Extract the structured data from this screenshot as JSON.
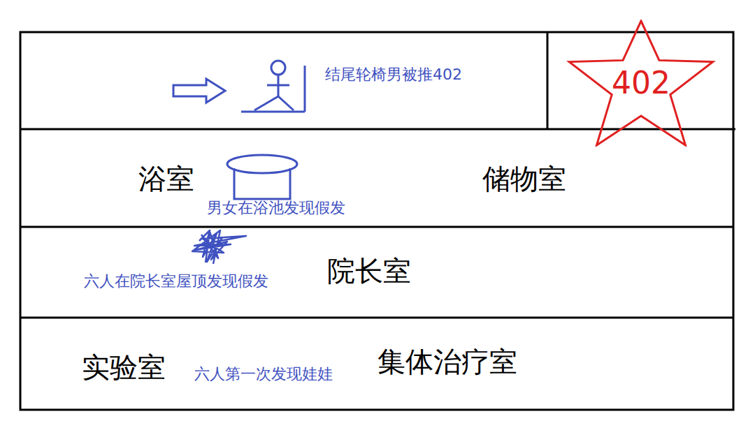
{
  "diagram": {
    "nodes": [
      {
        "text": [
          "结尾轮椅男被推402"
        ]
      },
      {
        "text": [
          "402"
        ]
      },
      {
        "text": [
          "浴室",
          "男女在浴池发现假发",
          "储物室"
        ]
      },
      {
        "text": [
          "六人在院长室屋顶发现假发",
          "院长室"
        ]
      },
      {
        "text": [
          "实验室",
          "六人第一次发现娃娃",
          "集体治疗室"
        ]
      }
    ]
  }
}
